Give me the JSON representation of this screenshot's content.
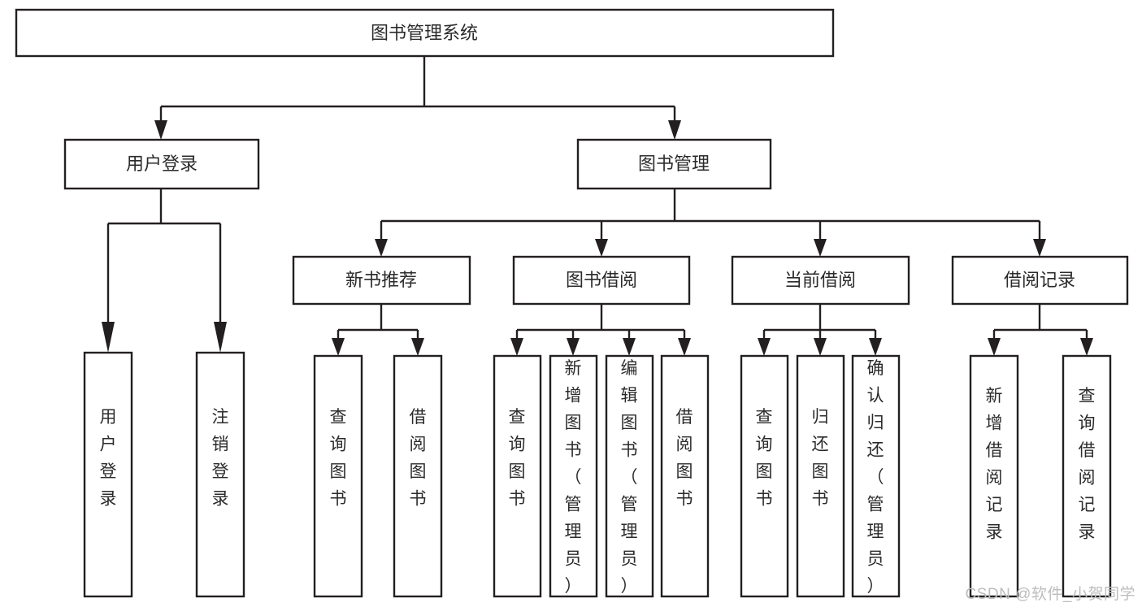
{
  "diagram": {
    "title": "图书管理系统",
    "type": "hierarchy-tree",
    "watermark": "CSDN @软件_小贺同学",
    "colors": {
      "box_stroke": "#231f20",
      "box_fill": "#ffffff",
      "text": "#2b2b2b",
      "background": "#ffffff",
      "watermark": "#bdbdbd"
    },
    "levels": {
      "root": {
        "label": "图书管理系统"
      },
      "level2": [
        {
          "label": "用户登录"
        },
        {
          "label": "图书管理"
        }
      ],
      "level3": [
        {
          "label": "新书推荐"
        },
        {
          "label": "图书借阅"
        },
        {
          "label": "当前借阅"
        },
        {
          "label": "借阅记录"
        }
      ],
      "leaves_user_login": [
        {
          "label": "用户登录"
        },
        {
          "label": "注销登录"
        }
      ],
      "leaves_new_book": [
        {
          "label": "查询图书"
        },
        {
          "label": "借阅图书"
        }
      ],
      "leaves_borrow": [
        {
          "label": "查询图书"
        },
        {
          "label": "新增图书（管理员）"
        },
        {
          "label": "编辑图书（管理员）"
        },
        {
          "label": "借阅图书"
        }
      ],
      "leaves_current": [
        {
          "label": "查询图书"
        },
        {
          "label": "归还图书"
        },
        {
          "label": "确认归还（管理员）"
        }
      ],
      "leaves_record": [
        {
          "label": "新增借阅记录"
        },
        {
          "label": "查询借阅记录"
        }
      ]
    }
  }
}
